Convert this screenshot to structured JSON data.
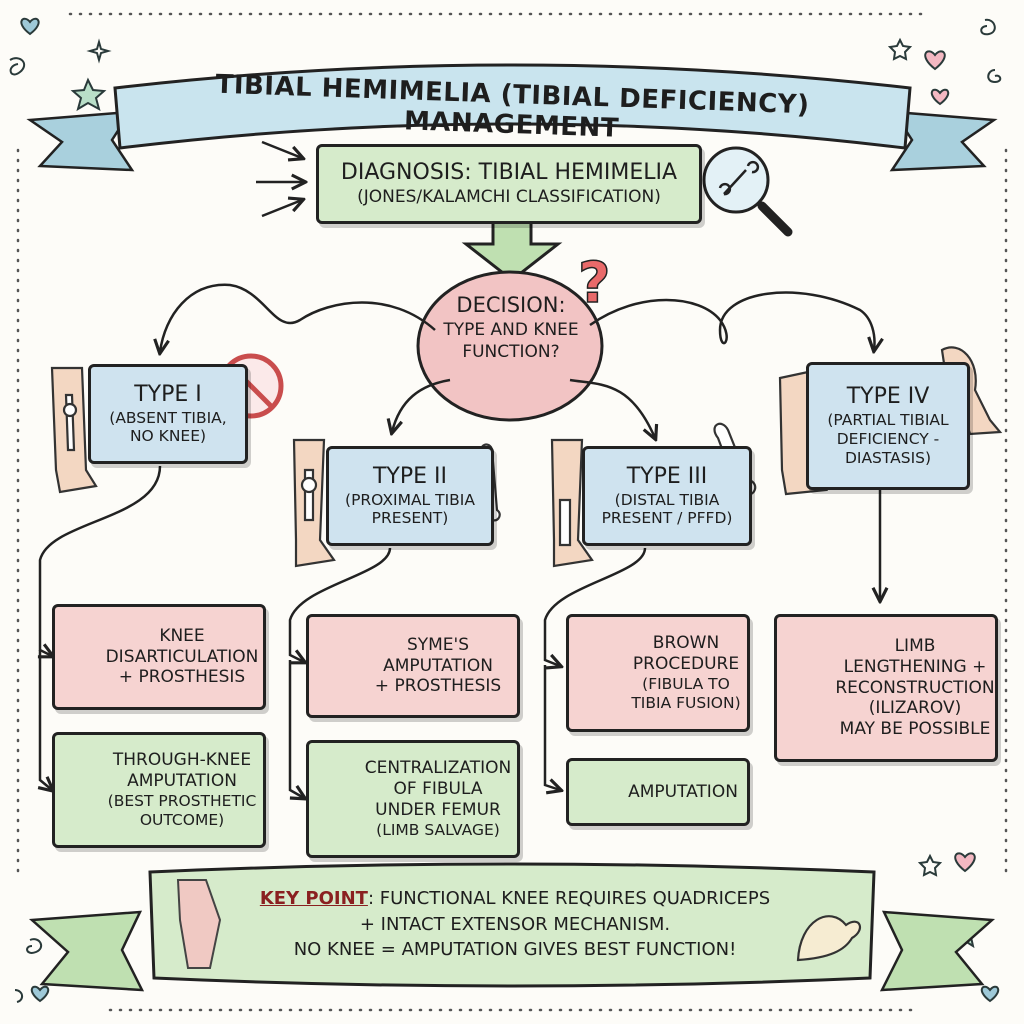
{
  "title": "TIBIAL HEMIMELIA (TIBIAL DEFICIENCY) MANAGEMENT",
  "diagnosis": {
    "title": "DIAGNOSIS: TIBIAL HEMIMELIA",
    "subtitle": "(JONES/KALAMCHI CLASSIFICATION)"
  },
  "decision": {
    "line1": "DECISION:",
    "line2": "TYPE AND KNEE",
    "line3": "FUNCTION?"
  },
  "types": [
    {
      "name": "TYPE I",
      "line1": "(ABSENT TIBIA,",
      "line2": "NO KNEE)"
    },
    {
      "name": "TYPE II",
      "line1": "(PROXIMAL TIBIA",
      "line2": "PRESENT)"
    },
    {
      "name": "TYPE III",
      "line1": "(DISTAL TIBIA",
      "line2": "PRESENT / PFFD)"
    },
    {
      "name": "TYPE IV",
      "line1": "(PARTIAL TIBIAL",
      "line2": "DEFICIENCY -",
      "line3": "DIASTASIS)"
    }
  ],
  "options": {
    "t1a": [
      "KNEE",
      "DISARTICULATION",
      "+ PROSTHESIS"
    ],
    "t1b": [
      "THROUGH-KNEE",
      "AMPUTATION",
      "(BEST PROSTHETIC",
      "OUTCOME)"
    ],
    "t2a": [
      "SYME'S",
      "AMPUTATION",
      "+ PROSTHESIS"
    ],
    "t2b": [
      "CENTRALIZATION",
      "OF FIBULA",
      "UNDER FEMUR",
      "(LIMB SALVAGE)"
    ],
    "t3a": [
      "BROWN",
      "PROCEDURE",
      "(FIBULA TO",
      "TIBIA FUSION)"
    ],
    "t3b": [
      "AMPUTATION"
    ],
    "t4a": [
      "LIMB",
      "LENGTHENING +",
      "RECONSTRUCTION",
      "(ILIZAROV)",
      "MAY BE POSSIBLE"
    ]
  },
  "key_point": {
    "label": "KEY POINT",
    "line1": ": FUNCTIONAL KNEE REQUIRES QUADRICEPS",
    "line2": "+ INTACT EXTENSOR MECHANISM.",
    "line3": "NO KNEE = AMPUTATION GIVES BEST FUNCTION!"
  },
  "colors": {
    "green": "#d6ebcb",
    "blue": "#cfe3ef",
    "pink": "#f6d3d1",
    "ribbon": "#c9e4ee",
    "ink": "#222222"
  }
}
